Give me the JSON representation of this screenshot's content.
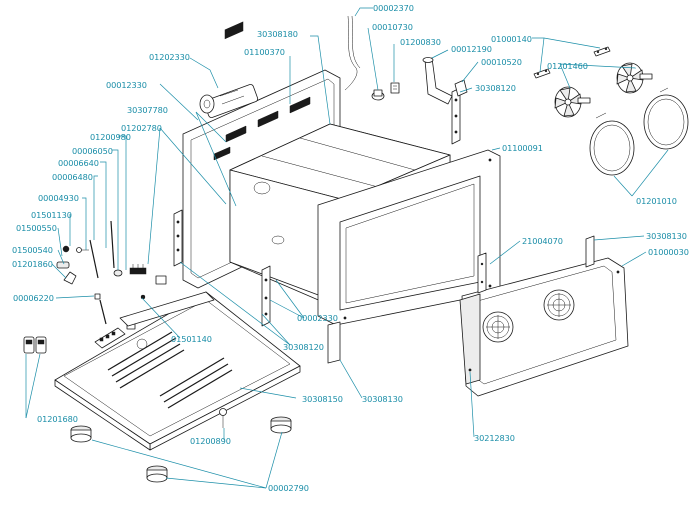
{
  "diagram": {
    "labels": {
      "00002370": "00002370",
      "30308180": "30308180",
      "00010730": "00010730",
      "01200830": "01200830",
      "00012190": "00012190",
      "00010520": "00010520",
      "30308120_top": "30308120",
      "01202330": "01202330",
      "01100370": "01100370",
      "00012330": "00012330",
      "30307780": "30307780",
      "01202780": "01202780",
      "01200980": "01200980",
      "00006050": "00006050",
      "00006640": "00006640",
      "00006480": "00006480",
      "00004930": "00004930",
      "01501130": "01501130",
      "01500550": "01500550",
      "01500540": "01500540",
      "01201860": "01201860",
      "00006220": "00006220",
      "01100091": "01100091",
      "01000140": "01000140",
      "01201460": "01201460",
      "01201010": "01201010",
      "21004070": "21004070",
      "30308130_right": "30308130",
      "01000030": "01000030",
      "00002330": "00002330",
      "30308120_bottom": "30308120",
      "01501140": "01501140",
      "30308150": "30308150",
      "30308130_bottom": "30308130",
      "01201680": "01201680",
      "01200890": "01200890",
      "30212830": "30212830",
      "00002790": "00002790"
    }
  }
}
